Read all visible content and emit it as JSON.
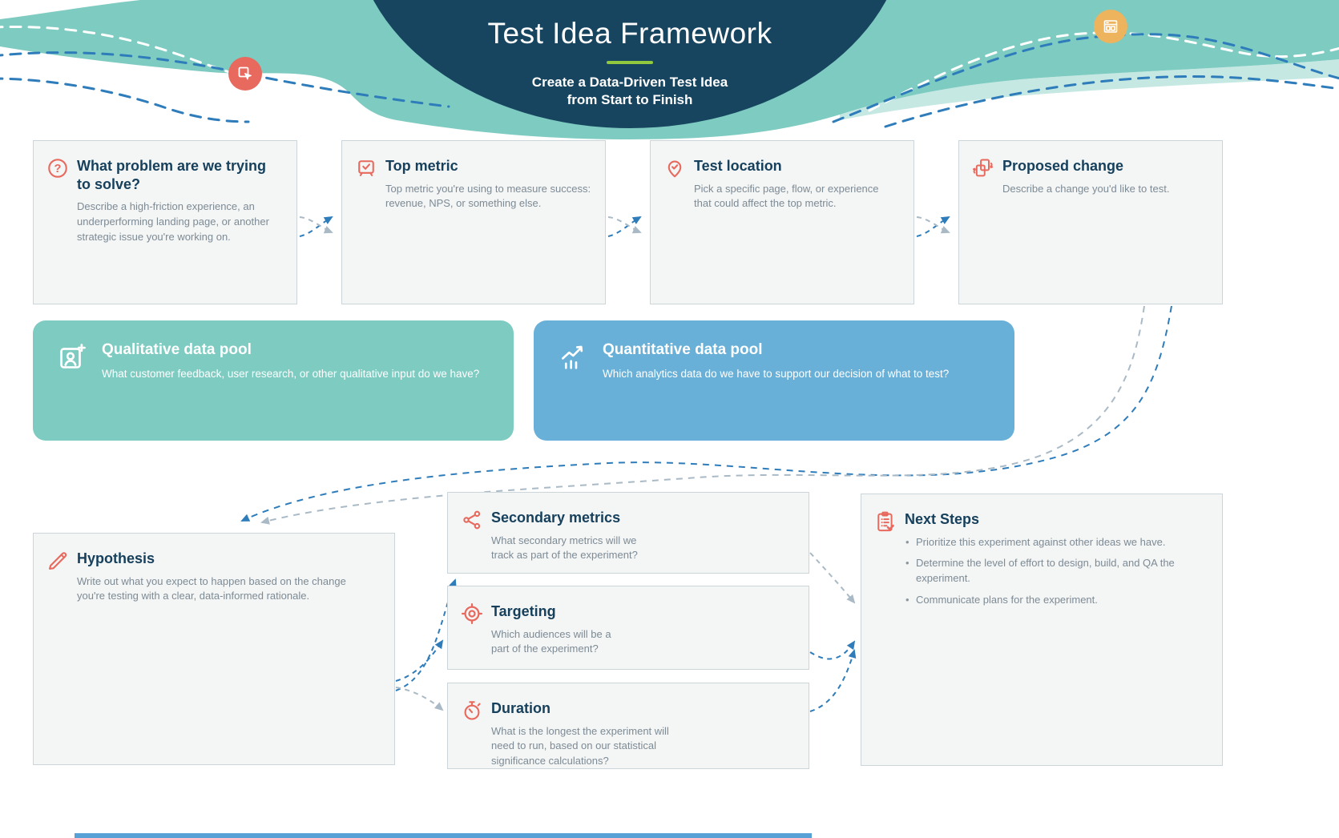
{
  "header": {
    "title": "Test Idea Framework",
    "subtitle_line1": "Create a Data-Driven Test Idea",
    "subtitle_line2": "from Start to Finish",
    "left_badge_icon": "cursor-click-icon",
    "right_badge_icon": "storefront-icon"
  },
  "cards": {
    "problem": {
      "icon": "question-circle-icon",
      "title": "What problem are we trying to solve?",
      "body": "Describe a high-friction experience, an underperforming landing page, or another strategic issue you're working on."
    },
    "top_metric": {
      "icon": "metric-check-icon",
      "title": "Top metric",
      "body": "Top metric you're using to measure success: revenue, NPS, or something else."
    },
    "test_location": {
      "icon": "location-pin-check-icon",
      "title": "Test location",
      "body": "Pick a specific page, flow, or experience that could affect the top metric."
    },
    "proposed_change": {
      "icon": "pages-swap-icon",
      "title": "Proposed change",
      "body": "Describe a change you'd like to test."
    },
    "qualitative_pool": {
      "icon": "add-user-icon",
      "title": "Qualitative data pool",
      "body": "What customer feedback, user research, or other qualitative input do we have?"
    },
    "quantitative_pool": {
      "icon": "bar-chart-up-icon",
      "title": "Quantitative data pool",
      "body": "Which analytics data do we have to support our decision of what to test?"
    },
    "hypothesis": {
      "icon": "pencil-icon",
      "title": "Hypothesis",
      "body": "Write out what you expect to happen based on the change you're testing with a clear, data-informed rationale."
    },
    "secondary_metrics": {
      "icon": "share-nodes-icon",
      "title": "Secondary metrics",
      "body": "What secondary metrics will we track as part of the experiment?"
    },
    "targeting": {
      "icon": "target-icon",
      "title": "Targeting",
      "body": "Which audiences will be a part of the experiment?"
    },
    "duration": {
      "icon": "stopwatch-icon",
      "title": "Duration",
      "body": "What is the longest the experiment will need to run, based on our statistical significance calculations?"
    },
    "next_steps": {
      "icon": "clipboard-check-icon",
      "title": "Next Steps",
      "bullets": [
        "Prioritize this experiment against other ideas we have.",
        "Determine the level of effort to design, build, and QA the experiment.",
        "Communicate plans for the experiment."
      ]
    }
  },
  "colors": {
    "header_navy": "#17455f",
    "wave_teal": "#7ecbc1",
    "pool_teal": "#7ecbc1",
    "pool_blue": "#68b0d7",
    "icon_red": "#e8695d",
    "badge_salmon": "#e8695d",
    "badge_orange": "#edb35d",
    "underline_green": "#92c83e",
    "connector_blue": "#2e7cba",
    "connector_gray": "#a9bac6",
    "heading_navy": "#16405c",
    "body_gray": "#7d8b95",
    "bottom_bar_blue": "#58a1d6"
  }
}
